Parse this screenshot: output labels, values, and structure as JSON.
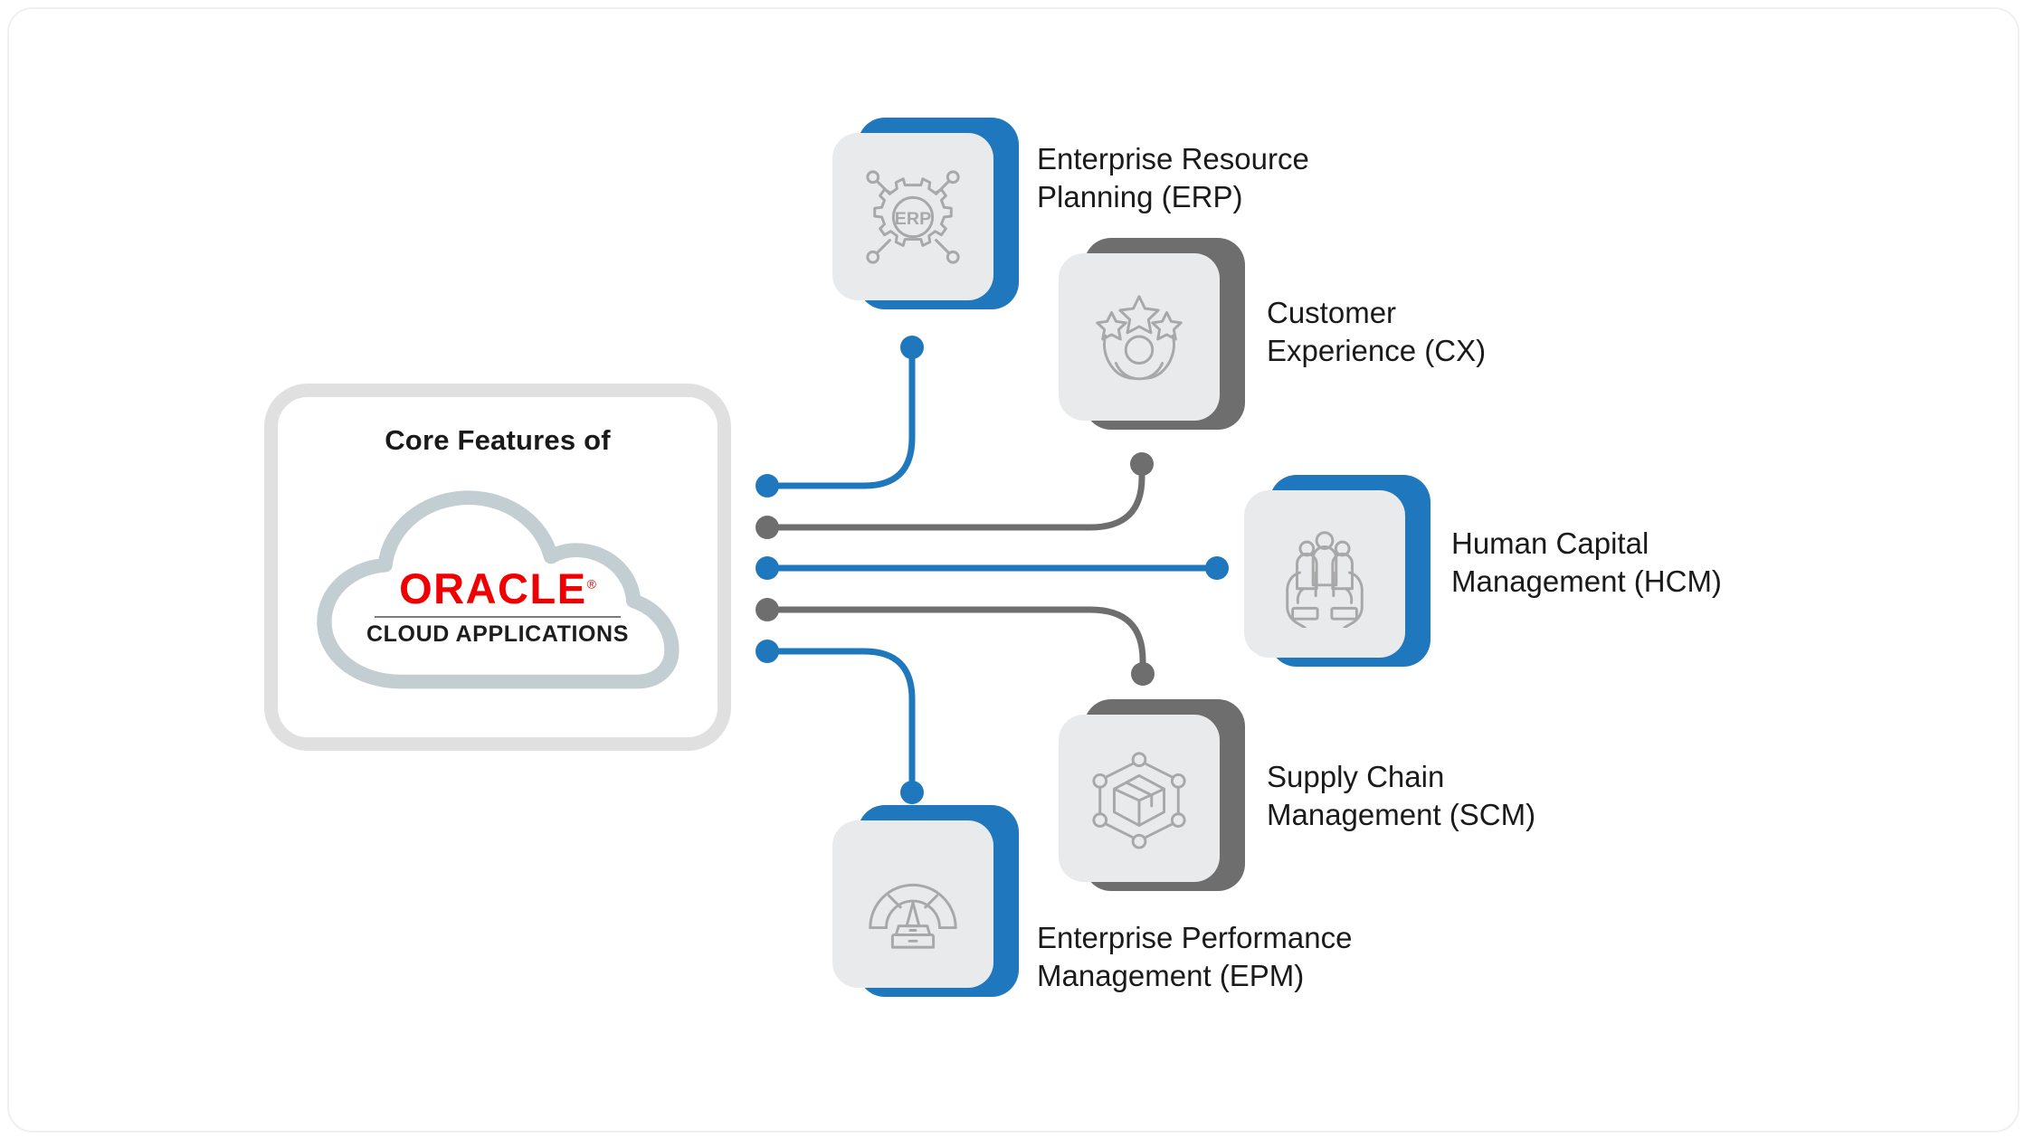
{
  "diagram": {
    "title": "Core Features of Oracle Cloud Applications",
    "hub": {
      "heading": "Core Features of",
      "logo_wordmark": "ORACLE",
      "logo_tm": "®",
      "logo_subtitle": "CLOUD APPLICATIONS",
      "logo_icon": "cloud-outline-icon"
    },
    "colors": {
      "accent_blue": "#1f78bd",
      "accent_gray": "#6e6e6e",
      "tile_face": "#e8eaec",
      "hub_border": "#e0e0e0",
      "cloud_outline": "#c3ced2",
      "oracle_red": "#f00000",
      "text": "#1a1a1a"
    },
    "features": [
      {
        "id": "erp",
        "label": "Enterprise Resource\nPlanning (ERP)",
        "abbr": "ERP",
        "icon": "gear-network-erp-icon",
        "accent": "blue",
        "connector": "blue"
      },
      {
        "id": "cx",
        "label": "Customer\nExperience (CX)",
        "abbr": "CX",
        "icon": "person-three-stars-icon",
        "accent": "gray",
        "connector": "gray"
      },
      {
        "id": "hcm",
        "label": "Human Capital\nManagement (HCM)",
        "abbr": "HCM",
        "icon": "people-in-hands-icon",
        "accent": "blue",
        "connector": "blue"
      },
      {
        "id": "scm",
        "label": "Supply Chain\nManagement (SCM)",
        "abbr": "SCM",
        "icon": "box-hexagon-network-icon",
        "accent": "gray",
        "connector": "gray"
      },
      {
        "id": "epm",
        "label": "Enterprise Performance\nManagement (EPM)",
        "abbr": "EPM",
        "icon": "gauge-performance-icon",
        "accent": "blue",
        "connector": "blue"
      }
    ]
  }
}
